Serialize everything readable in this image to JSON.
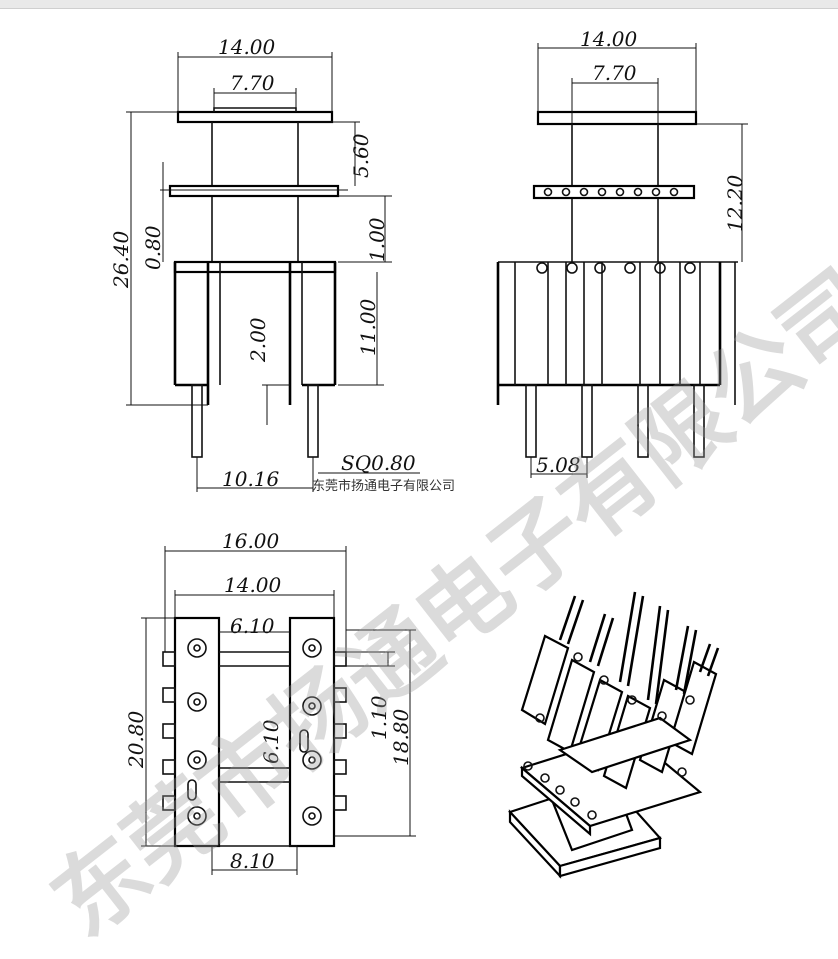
{
  "watermark": {
    "main": "东莞市扬通电子有限公司",
    "small": "东莞市扬通电子有限公司"
  },
  "front_view": {
    "dims": [
      "14.00",
      "7.70",
      "5.60",
      "26.40",
      "0.80",
      "1.00",
      "11.00",
      "2.00",
      "10.16",
      "SQ0.80"
    ]
  },
  "side_view": {
    "dims": [
      "14.00",
      "7.70",
      "12.20",
      "5.08"
    ]
  },
  "bottom_view": {
    "dims": [
      "16.00",
      "14.00",
      "6.10",
      "6.10",
      "20.80",
      "1.10",
      "18.80",
      "8.10"
    ]
  },
  "iso_view": {
    "icon": "bobbin-3d-icon"
  }
}
